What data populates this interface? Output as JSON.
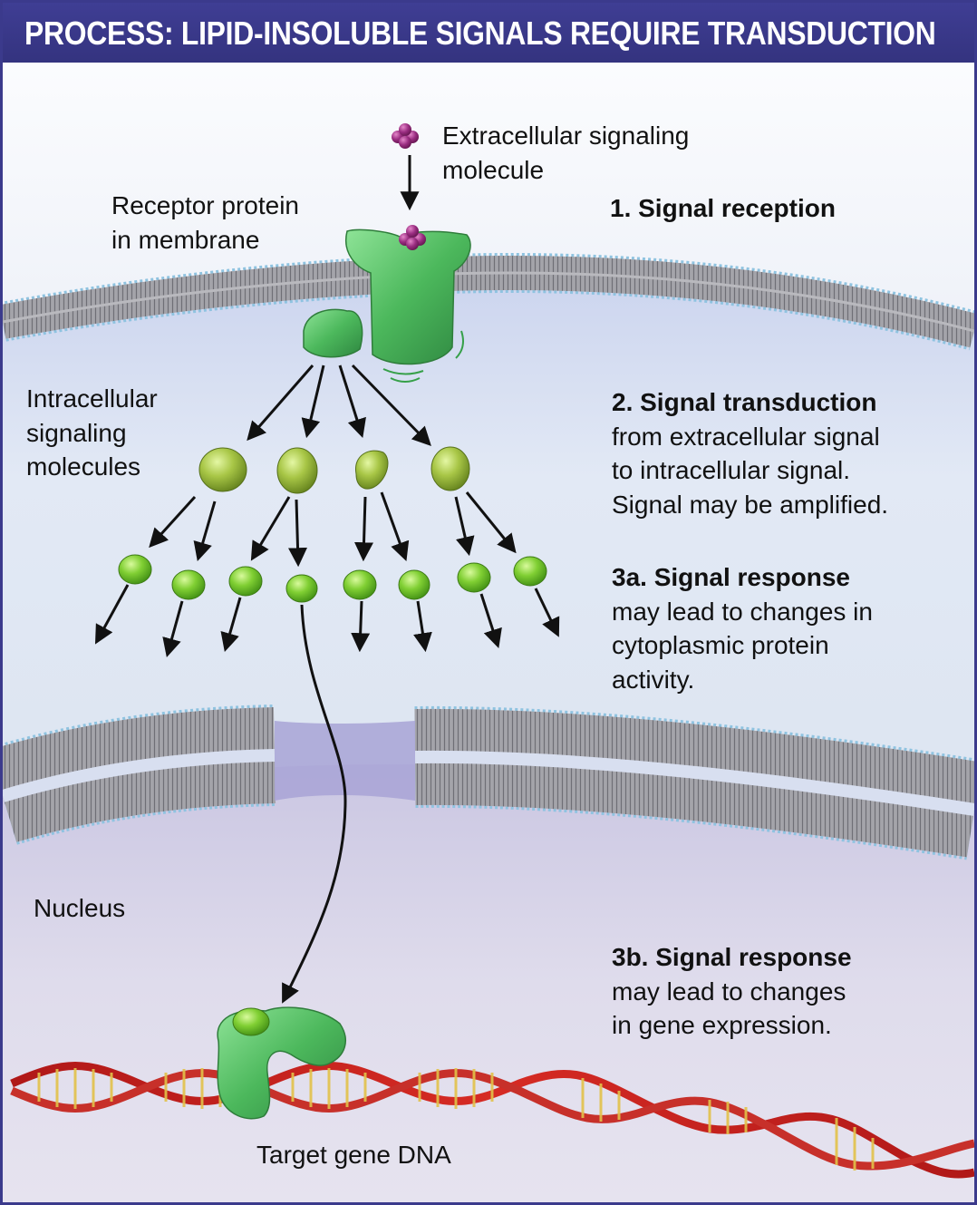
{
  "header": {
    "process_label": "PROCESS:",
    "title": "LIPID-INSOLUBLE SIGNALS REQUIRE TRANSDUCTION"
  },
  "labels": {
    "extracellular_molecule": [
      "Extracellular signaling",
      "molecule"
    ],
    "receptor_protein": [
      "Receptor protein",
      "in membrane"
    ],
    "intracellular_molecules": [
      "Intracellular",
      "signaling",
      "molecules"
    ],
    "nucleus": "Nucleus",
    "target_dna": "Target gene DNA"
  },
  "steps": {
    "step1": {
      "title": "1. Signal reception",
      "body": []
    },
    "step2": {
      "title": "2. Signal transduction",
      "body": [
        "from extracellular signal",
        "to intracellular signal.",
        "Signal may be amplified."
      ]
    },
    "step3a": {
      "title": "3a. Signal response",
      "body": [
        "may lead to changes in",
        "cytoplasmic protein",
        "activity."
      ]
    },
    "step3b": {
      "title": "3b. Signal response",
      "body": [
        "may lead to changes",
        "in gene expression."
      ]
    }
  },
  "colors": {
    "header_bg": "#3b3a8c",
    "membrane": "#9a9a9f",
    "head_beads": "#8fc3e0",
    "receptor": "#46b35a",
    "signal_molecule": "#7e2368",
    "secondary_molecule": "#9fb43a",
    "tertiary_molecule": "#72c02e",
    "dna": "#c8221f",
    "cytoplasm": "#dfe7f4",
    "nucleoplasm": "#d4d0e6"
  }
}
